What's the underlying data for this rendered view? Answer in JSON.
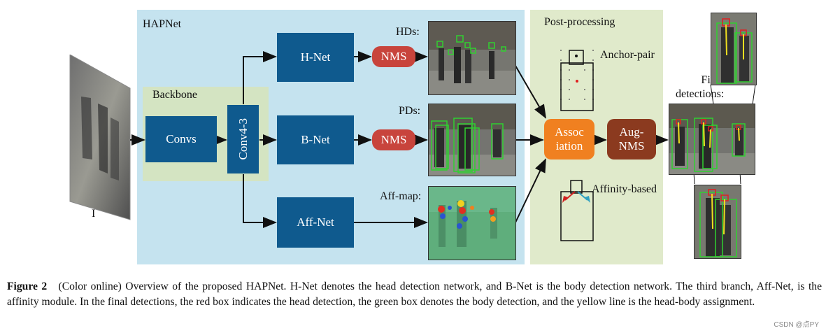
{
  "diagram": {
    "hapnet_label": "HAPNet",
    "backbone_label": "Backbone",
    "post_label": "Post-processing",
    "input_label": "I",
    "convs": "Convs",
    "conv43": "Conv4-3",
    "hnet": "H-Net",
    "bnet": "B-Net",
    "affnet": "Aff-Net",
    "nms1": "NMS",
    "nms2": "NMS",
    "hds": "HDs:",
    "pds": "PDs:",
    "affmap": "Aff-map:",
    "assoc_line1": "Assoc",
    "assoc_line2": "iation",
    "aug_line1": "Aug-",
    "aug_line2": "NMS",
    "anchor_pair": "Anchor-pair",
    "affinity_based": "Affinity-based",
    "final_line1": "Final",
    "final_line2": "detections:"
  },
  "caption": {
    "figure": "Figure 2",
    "text": "(Color online) Overview of the proposed HAPNet. H-Net denotes the head detection network, and B-Net is the body detection network. The third branch, Aff-Net, is the affinity module. In the final detections, the red box indicates the head detection, the green box denotes the body detection, and the yellow line is the head-body assignment."
  },
  "watermark": "CSDN @点PY",
  "colors": {
    "panel_hapnet": "#c5e3ef",
    "panel_post": "#e0eacb",
    "backbone": "#d4e4c2",
    "net_blue": "#0f5a8e",
    "nms_red": "#c8443c",
    "association_orange": "#f08020",
    "augnms_brown": "#8b3a1f",
    "head_box": "#e02020",
    "body_box": "#30c030",
    "assignment_line": "#f0e020"
  }
}
